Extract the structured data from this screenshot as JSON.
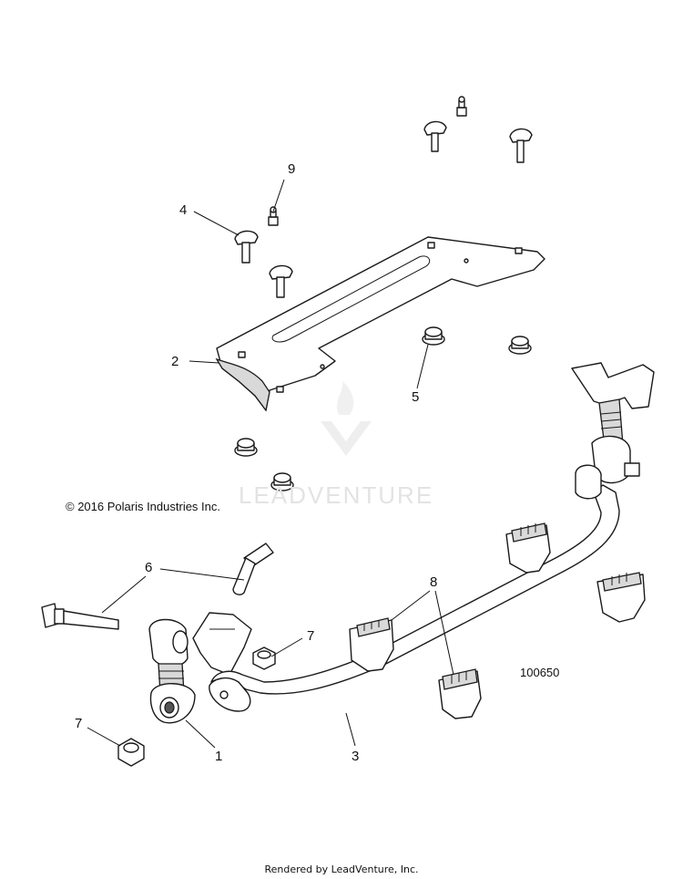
{
  "copyright": "© 2016 Polaris Industries Inc.",
  "figure_number": "100650",
  "footer": "Rendered by LeadVenture, Inc.",
  "watermark": "LEADVENTURE",
  "callouts": {
    "c1": "1",
    "c2": "2",
    "c3": "3",
    "c4": "4",
    "c5": "5",
    "c6": "6",
    "c7a": "7",
    "c7b": "7",
    "c8": "8",
    "c9": "9"
  }
}
